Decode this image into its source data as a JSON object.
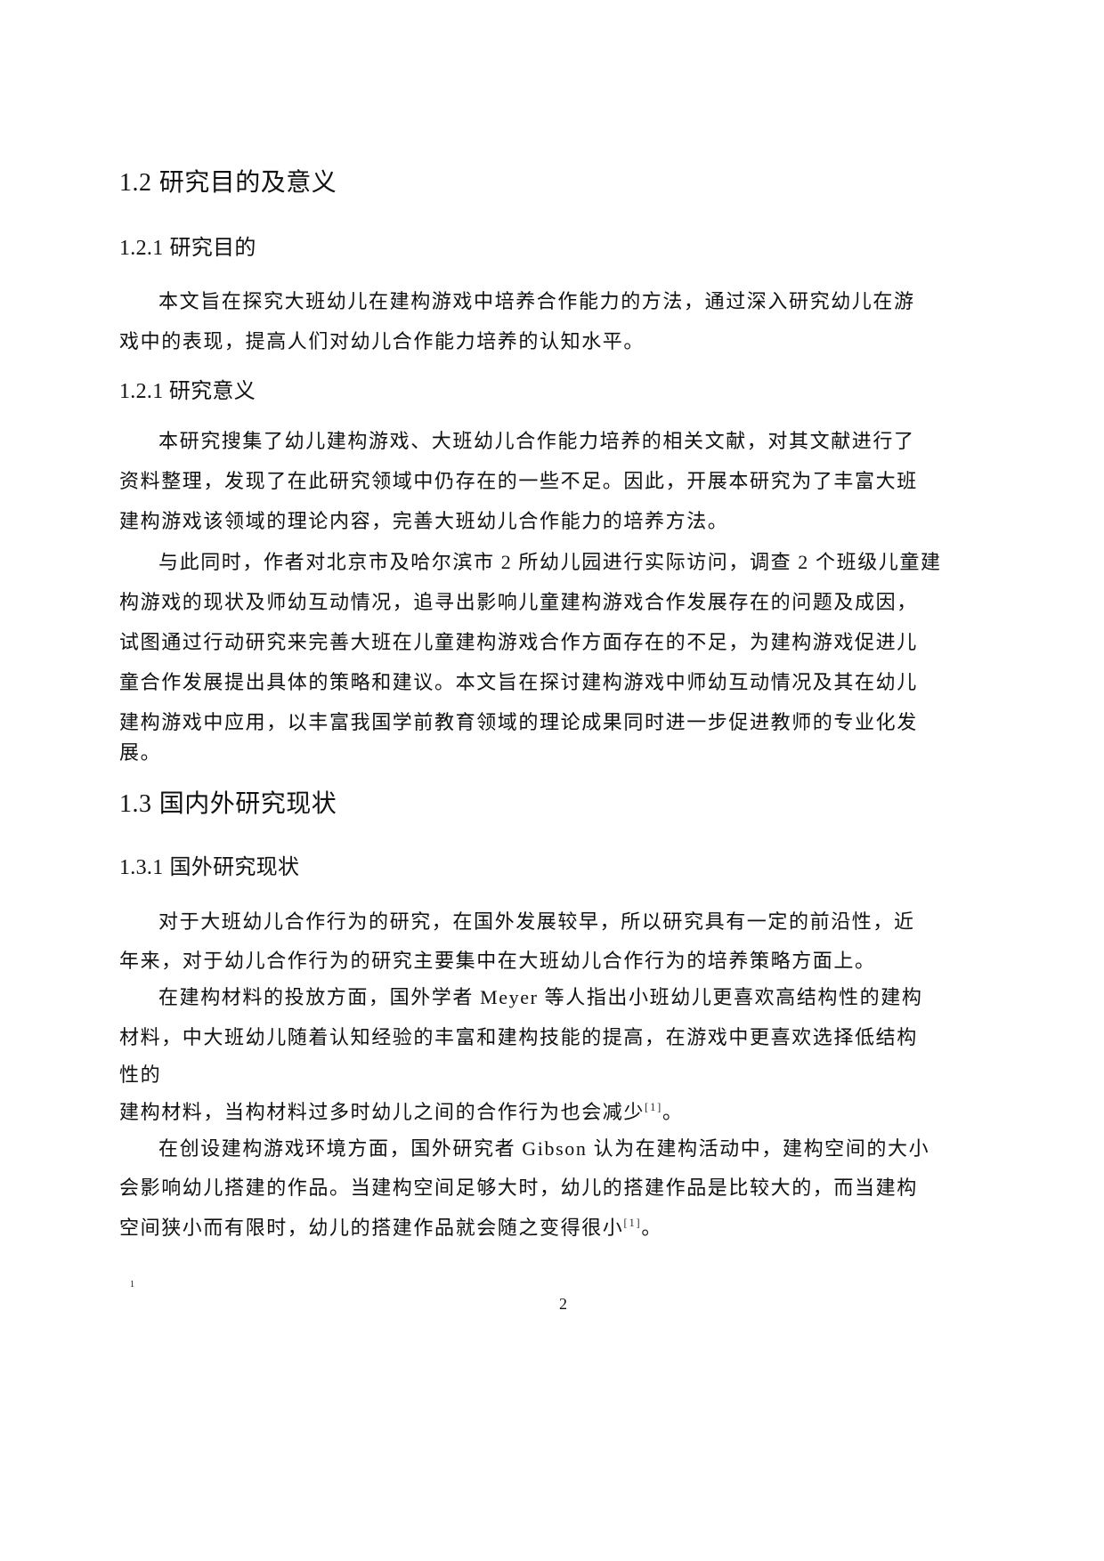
{
  "page": {
    "sections": {
      "s1_2": {
        "number": "1.2",
        "title": "研究目的及意义"
      },
      "s1_2_1a": {
        "number": "1.2.1",
        "title": "研究目的"
      },
      "s1_2_1b": {
        "number": "1.2.1 ",
        "title": "研究意义"
      },
      "s1_3": {
        "number": "1.3",
        "title": "国内外研究现状"
      },
      "s1_3_1": {
        "number": "1.3.1",
        "title": "国外研究现状"
      }
    },
    "lines": [
      "本文旨在探究大班幼儿在建构游戏中培养合作能力的方法，通过深入研究幼儿在游",
      "戏中的表现，提高人们对幼儿合作能力培养的认知水平。",
      "本研究搜集了幼儿建构游戏、大班幼儿合作能力培养的相关文献，对其文献进行了",
      "资料整理，发现了在此研究领域中仍存在的一些不足。因此，开展本研究为了丰富大班",
      "建构游戏该领域的理论内容，完善大班幼儿合作能力的培养方法。",
      "与此同时，作者对北京市及哈尔滨市 2 所幼儿园进行实际访问，调查 2 个班级儿童建",
      "构游戏的现状及师幼互动情况，追寻出影响儿童建构游戏合作发展存在的问题及成因，",
      "试图通过行动研究来完善大班在儿童建构游戏合作方面存在的不足，为建构游戏促进儿",
      "童合作发展提出具体的策略和建议。本文旨在探讨建构游戏中师幼互动情况及其在幼儿",
      "建构游戏中应用，以丰富我国学前教育领域的理论成果同时进一步促进教师的专业化发",
      "展。",
      "对于大班幼儿合作行为的研究，在国外发展较早，所以研究具有一定的前沿性，近",
      "年来，对于幼儿合作行为的研究主要集中在大班幼儿合作行为的培养策略方面上。",
      "在建构材料的投放方面，国外学者 Meyer 等人指出小班幼儿更喜欢高结构性的建构",
      "材料，中大班幼儿随着认知经验的丰富和建构技能的提高，在游戏中更喜欢选择低结构",
      "性的",
      "建构材料，当构材料过多时幼儿之间的合作行为也会减少",
      "在创设建构游戏环境方面，国外研究者 Gibson 认为在建构活动中，建构空间的大小",
      "会影响幼儿搭建的作品。当建构空间足够大时，幼儿的搭建作品是比较大的，而当建构",
      "空间狭小而有限时，幼儿的搭建作品就会随之变得很小"
    ],
    "citation": "[1]",
    "period": "。",
    "footnote_mark": "1",
    "page_number": "2"
  }
}
